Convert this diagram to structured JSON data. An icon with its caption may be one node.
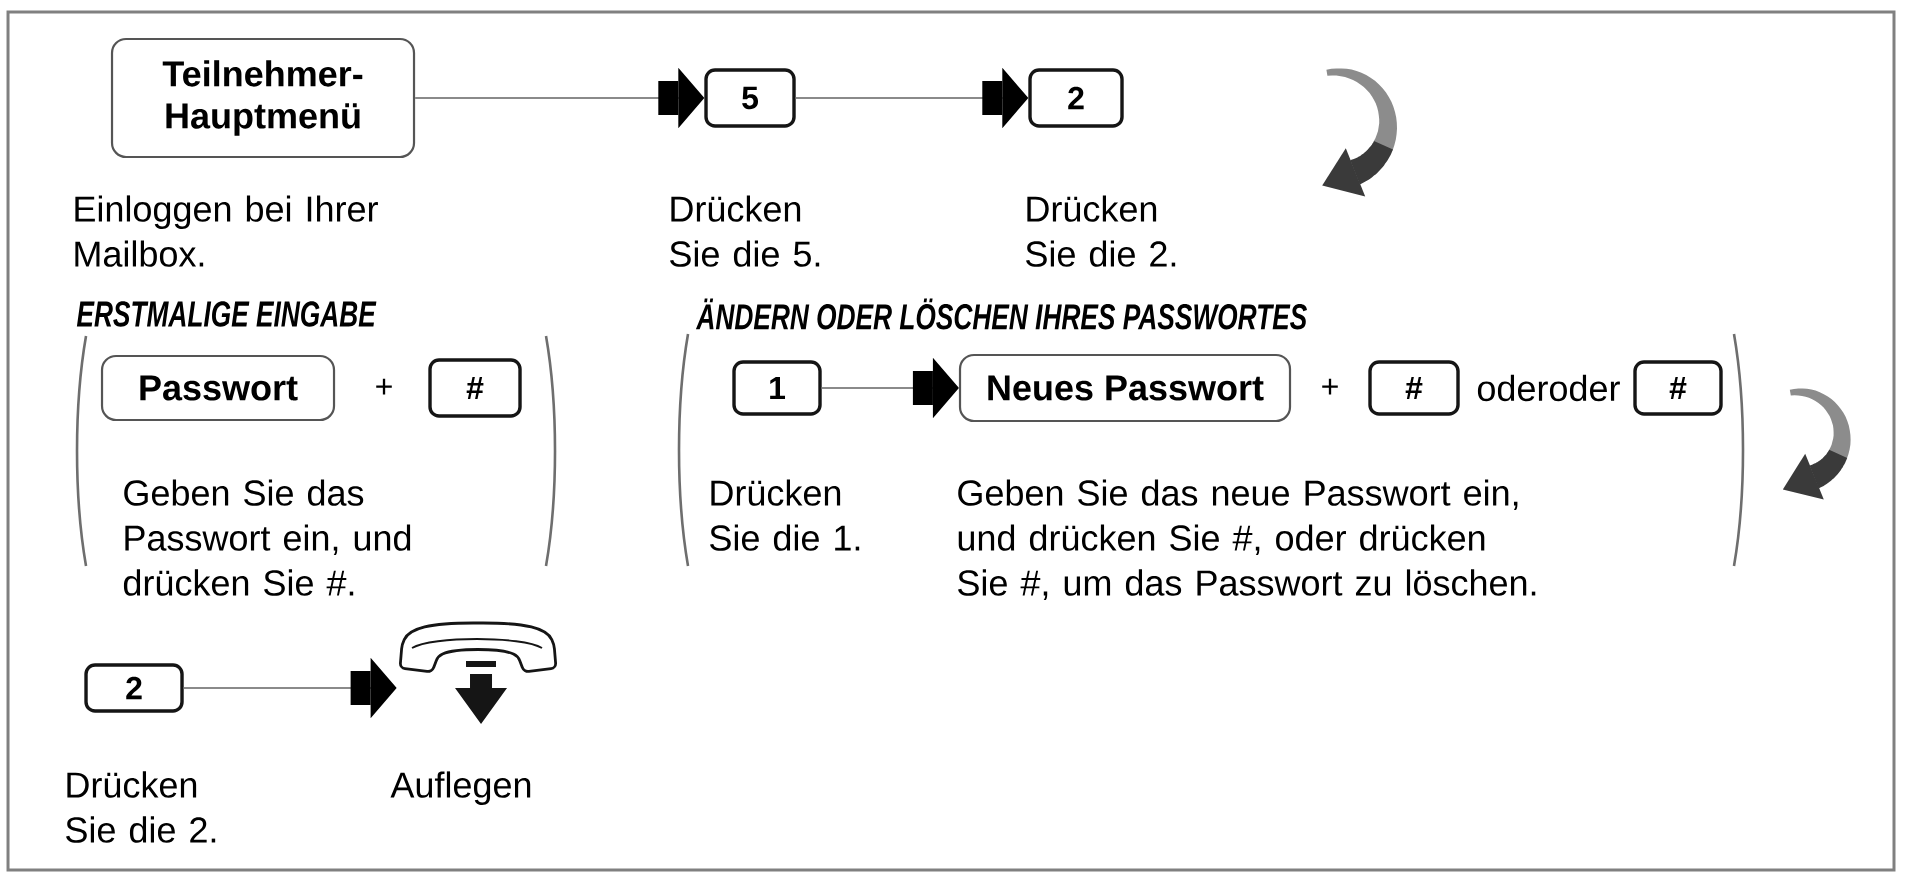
{
  "diagram": {
    "nodes": [
      {
        "text": [
          "Teilnehmer- Hauptmenü"
        ],
        "beside": [
          "Einloggen bei Ihrer Mailbox."
        ]
      },
      {
        "text": [
          "5"
        ],
        "beside": [
          "Drücken Sie die 5."
        ]
      },
      {
        "text": [
          "2"
        ],
        "beside": [
          "Drücken Sie die 2."
        ]
      },
      {
        "text": [
          "Passwort"
        ]
      },
      {
        "text": [
          "#"
        ]
      },
      {
        "text": [
          "1"
        ],
        "beside": [
          "Drücken Sie die 1."
        ]
      },
      {
        "text": [
          "Neues Passwort"
        ],
        "beside": [
          "Geben Sie das neue Passwort ein, und drücken Sie #, oder drücken Sie #, um das Passwort zu löschen."
        ]
      },
      {
        "text": [
          "#"
        ]
      },
      {
        "text": [
          "#"
        ]
      },
      {
        "text": [
          "2"
        ],
        "beside": [
          "Drücken Sie die 2."
        ]
      },
      {
        "text": [],
        "shape": "picture",
        "beside": [
          "Auflegen"
        ]
      }
    ],
    "edges": [
      {
        "from": 0,
        "to": 1,
        "arrow": "to"
      },
      {
        "from": 1,
        "to": 2,
        "arrow": "to"
      },
      {
        "from": 5,
        "to": 6,
        "arrow": "to"
      },
      {
        "from": 9,
        "to": 10,
        "arrow": "to"
      }
    ],
    "labels": [
      "ERSTMALIGE EINGABE",
      "ÄNDERN ODER LÖSCHEN IHRES PASSWORTES",
      "+",
      "+",
      "oderoder",
      "Geben Sie das Passwort ein, und drücken Sie #."
    ]
  }
}
